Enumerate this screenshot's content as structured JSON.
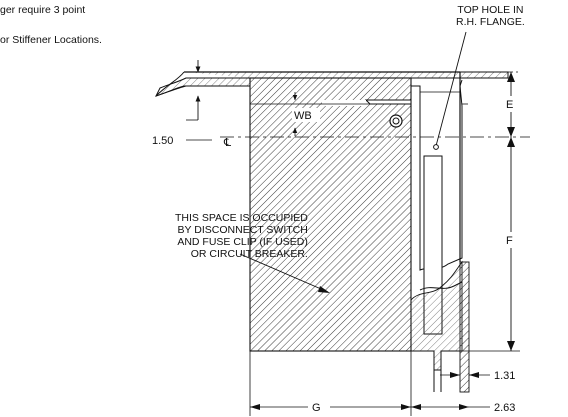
{
  "notes": {
    "fragment_1": "ger require 3 point",
    "fragment_2": "or Stiffener Locations."
  },
  "callouts": {
    "top_hole": [
      "TOP HOLE IN",
      "R.H. FLANGE."
    ],
    "occupied_space": [
      "THIS SPACE IS OCCUPIED",
      "BY DISCONNECT SWITCH",
      "AND FUSE CLIP (IF USED)",
      "OR CIRCUIT BREAKER."
    ]
  },
  "dimensions": {
    "wb": "WB",
    "e": "E",
    "f": "F",
    "g": "G",
    "offset_left": "1.50",
    "offset_right": "1.31",
    "flange_width": "2.63",
    "centerline_symbol": "℄"
  }
}
